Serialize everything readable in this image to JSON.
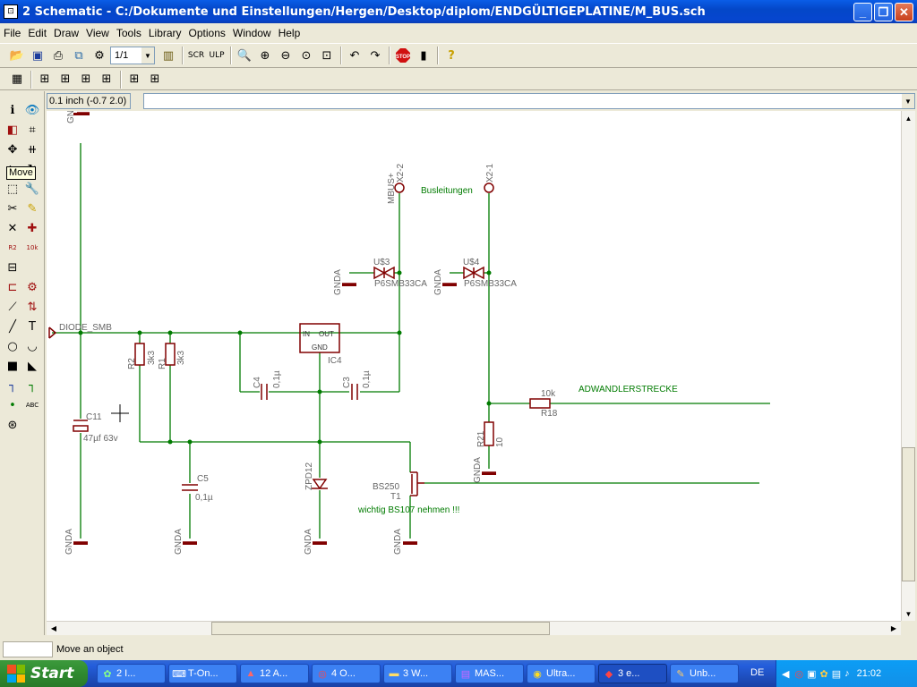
{
  "window": {
    "icon": "eagle-schematic-icon",
    "title": "2 Schematic - C:/Dokumente und Einstellungen/Hergen/Desktop/diplom/ENDGÜLTIGEPLATINE/M_BUS.sch",
    "minimize": "_",
    "maximize": "❐",
    "close": "✕"
  },
  "menu": [
    "File",
    "Edit",
    "Draw",
    "View",
    "Tools",
    "Library",
    "Options",
    "Window",
    "Help"
  ],
  "toolbar": {
    "page_value": "1/1"
  },
  "tooltip": "Move",
  "coord_display": "0.1 inch (-0.7 2.0)",
  "command_line": "",
  "status_text": "Move an object",
  "schematic": {
    "labels": {
      "diode": "DIODE_SMB",
      "c11": "C11",
      "c11_val": "47µf 63v",
      "r2": "R2",
      "r2_val": "3k3",
      "r1": "R1",
      "r1_val": "3k3",
      "c5": "C5",
      "c5_val": "0,1µ",
      "c4": "C4",
      "c4_val": "0,1µ",
      "c3": "C3",
      "c3_val": "0,1µ",
      "ic_in": "IN",
      "ic_out": "OUT",
      "ic_gnd": "GND",
      "ic4": "IC4",
      "zpd": "ZPD12",
      "bs250": "BS250",
      "t1": "T1",
      "note": "wichtig BS107 nehmen !!!",
      "mbus": "MBUS+",
      "x2_2": "X2-2",
      "x2_1": "X2-1",
      "busleitungen": "Busleitungen",
      "u3": "U$3",
      "u4": "U$4",
      "p6_1": "P6SMB33CA",
      "p6_2": "P6SMB33CA",
      "gnda_1": "GNDA",
      "gnda_2": "GNDA",
      "gnda_3": "GNDA",
      "gnda_4": "GNDA",
      "gnda_5": "GNDA",
      "gnda_6": "GNDA",
      "gnda_7": "GNDA",
      "gnda_top": "GN",
      "r18": "R18",
      "r18_val": "10k",
      "adw": "ADWANDLERSTRECKE",
      "r21": "R21",
      "r21_val": "10"
    }
  },
  "taskbar": {
    "start": "Start",
    "tasks": [
      {
        "icon": "gear-icon",
        "label": "2 I..."
      },
      {
        "icon": "terminal-icon",
        "label": "T-On..."
      },
      {
        "icon": "acrobat-icon",
        "label": "12 A..."
      },
      {
        "icon": "opera-icon",
        "label": "4 O..."
      },
      {
        "icon": "folder-icon",
        "label": "3 W..."
      },
      {
        "icon": "winrar-icon",
        "label": "MAS..."
      },
      {
        "icon": "ultraedit-icon",
        "label": "Ultra..."
      },
      {
        "icon": "eagle-icon",
        "label": "3 e..."
      },
      {
        "icon": "paint-icon",
        "label": "Unb..."
      }
    ],
    "lang": "DE",
    "clock": "21:02"
  },
  "colors": {
    "net": "#007b00",
    "part": "#800000",
    "label": "#777777",
    "titlebar": "#0846cf"
  }
}
